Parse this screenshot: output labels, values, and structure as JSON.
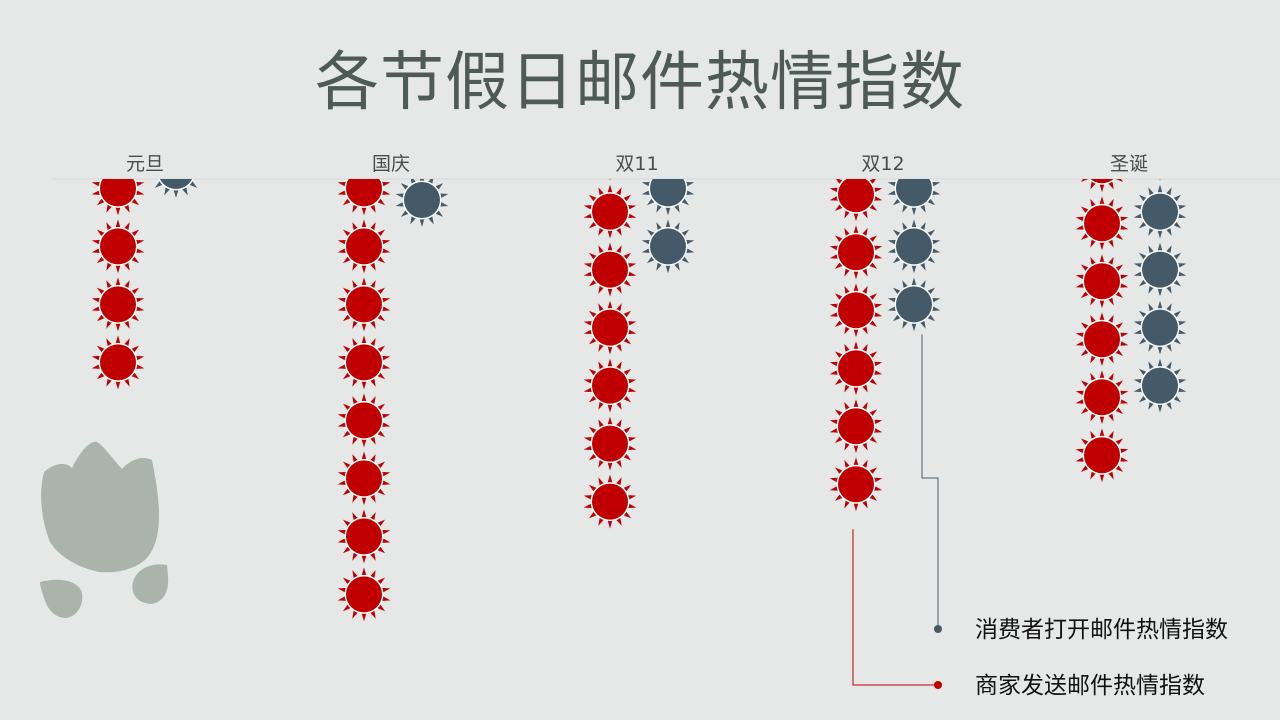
{
  "title": "各节假日邮件热情指数",
  "colors": {
    "background": "#e6e8e7",
    "title": "#4d5a55",
    "merchant": "#c00000",
    "consumer": "#455a69",
    "tulip": "#aab4ad"
  },
  "decoration": {
    "icon": "tulip-icon"
  },
  "chart_data": {
    "type": "pictograph",
    "title": "各节假日邮件热情指数",
    "categories": [
      "元旦",
      "国庆",
      "双11",
      "双12",
      "圣诞"
    ],
    "series": [
      {
        "name": "商家发送邮件热情指数",
        "color": "#c00000",
        "values": [
          3.8,
          7.8,
          6.2,
          5.9,
          5.4
        ]
      },
      {
        "name": "消费者打开邮件热情指数",
        "color": "#455a69",
        "values": [
          0.5,
          1.0,
          1.8,
          2.8,
          4.2
        ]
      }
    ],
    "legend": [
      {
        "label": "消费者打开邮件热情指数",
        "color": "#455a69"
      },
      {
        "label": "商家发送邮件热情指数",
        "color": "#c00000"
      }
    ],
    "legend_position": "bottom-right"
  }
}
